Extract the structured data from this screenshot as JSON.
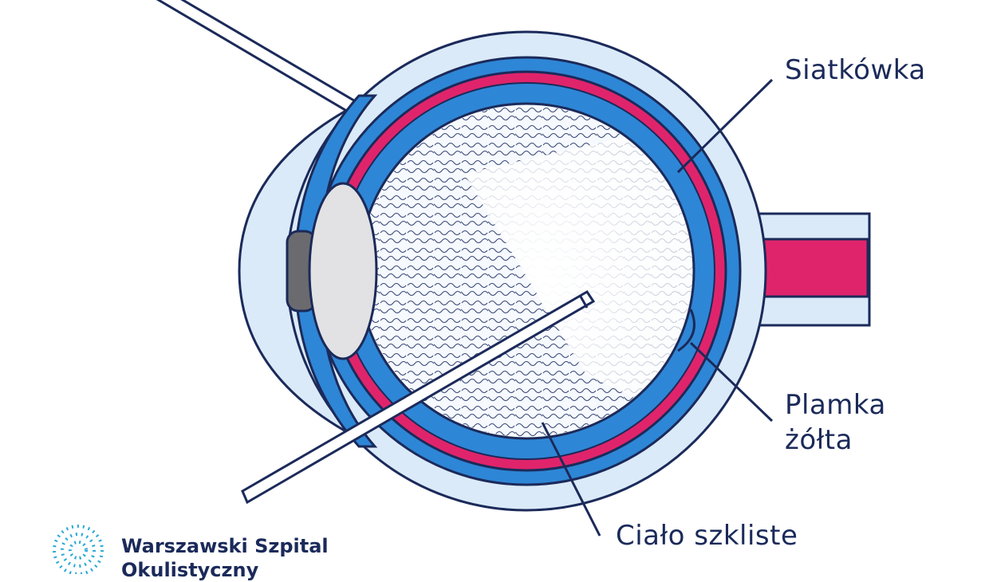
{
  "labels": {
    "retina": "Siatkówka",
    "macula_line1": "Plamka",
    "macula_line2": "żółta",
    "vitreous": "Ciało szkliste"
  },
  "logo": {
    "line1": "Warszawski Szpital",
    "line2": "Okulistyczny"
  },
  "colors": {
    "navy": "#1b2a5a",
    "sclera": "#dbeaf8",
    "choroid": "#2e86d6",
    "retina": "#e0246b",
    "lens": "#e2e2e4",
    "pupil": "#6b6b6f",
    "logo_accent": "#2aa9d6"
  }
}
